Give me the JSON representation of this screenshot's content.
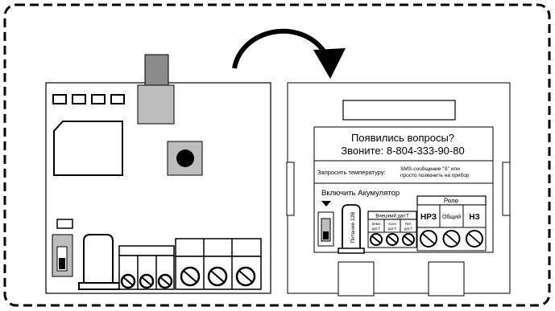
{
  "front_panel": {
    "header_line1": "Появились вопросы?",
    "header_line2": "Звоните: 8-804-333-90-80",
    "temp_label": "Запросить температуру:",
    "temp_hint_line1": "SMS-сообщение \"S\" или",
    "temp_hint_line2": "просто позвонить на прибор",
    "switch_label": "Включить Акумулятор",
    "power_label": "Питание 12В",
    "ext_sensor_label": "Внешний дат.T",
    "ext_sub1_line1": "Земл",
    "ext_sub1_line2": "дат.Т",
    "ext_sub2_line1": "Сигн",
    "ext_sub2_line2": "дат.Т",
    "ext_sub3_line1": "Пит.",
    "ext_sub3_line2": "дат.Т",
    "relay_label": "Реле",
    "relay_nc": "НРЗ",
    "relay_common": "Общий",
    "relay_no": "НЗ"
  },
  "colors": {
    "outline": "#000000",
    "gray_block": "#bdbdbd",
    "dark_gray_block": "#8a8a8a",
    "panel_light": "#eeeeee"
  }
}
